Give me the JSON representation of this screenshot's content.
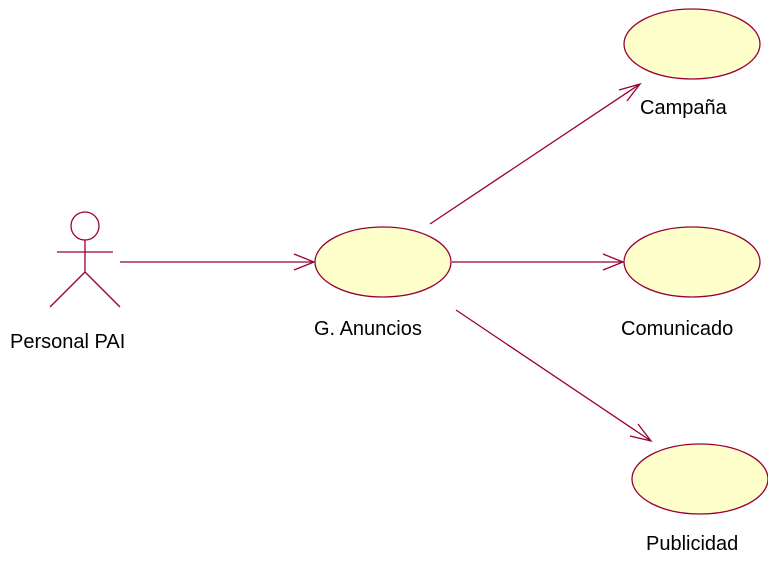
{
  "actor": {
    "name": "Personal PAI"
  },
  "use_cases": {
    "main": "G. Anuncios",
    "campana": "Campaña",
    "comunicado": "Comunicado",
    "publicidad": "Publicidad"
  },
  "colors": {
    "line": "#990033",
    "ellipse_fill": "#ffffcc",
    "ellipse_stroke": "#990033",
    "text": "#000000",
    "background": "#ffffff"
  }
}
